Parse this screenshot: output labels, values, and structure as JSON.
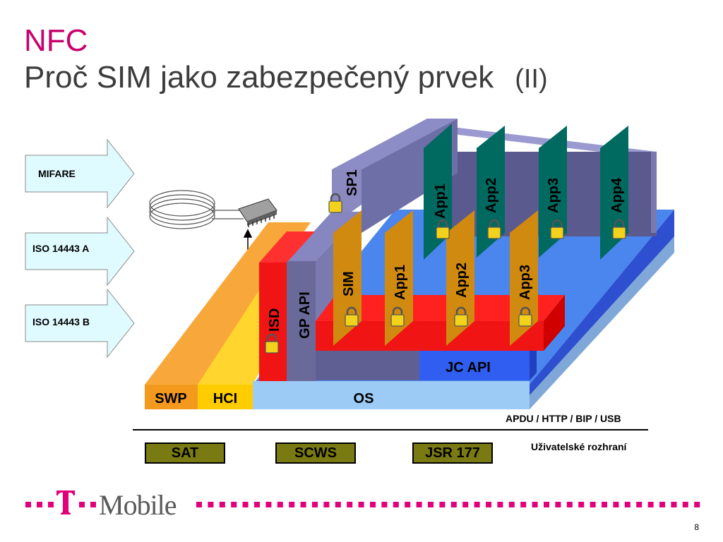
{
  "title": {
    "line1": "NFC",
    "line2": "Proč SIM jako zabezpečený prvek",
    "line2_suffix": "(II)"
  },
  "left_arrows": [
    {
      "label": "MIFARE"
    },
    {
      "label": "ISO 14443 A"
    },
    {
      "label": "ISO 14443 B"
    }
  ],
  "stack": {
    "swp": "SWP",
    "hci": "HCI",
    "os": "OS",
    "jc_api": "JC API",
    "gp_api": "GP API",
    "isd": "ISD",
    "sim": "SIM",
    "sp1": "SP1",
    "front_apps": [
      "App1",
      "App2",
      "App3"
    ],
    "back_apps": [
      "App1",
      "App2",
      "App3",
      "App4"
    ]
  },
  "protocols": "APDU / HTTP / BIP / USB",
  "user_interface_label": "Uživatelské rozhraní",
  "interfaces": [
    "SAT",
    "SCWS",
    "JSR 177"
  ],
  "brand": {
    "logo_text": "T · ·Mobile",
    "magenta": "#e2007a"
  },
  "page_number": "8",
  "colors": {
    "orange": "#f5a623",
    "yellow": "#ffd21f",
    "os_blue": "#9ccbf5",
    "jc_blue": "#2f5ef0",
    "red": "#f01414",
    "slate": "#6a6a9a",
    "app_orange": "#d08a10",
    "teal": "#006a60"
  }
}
